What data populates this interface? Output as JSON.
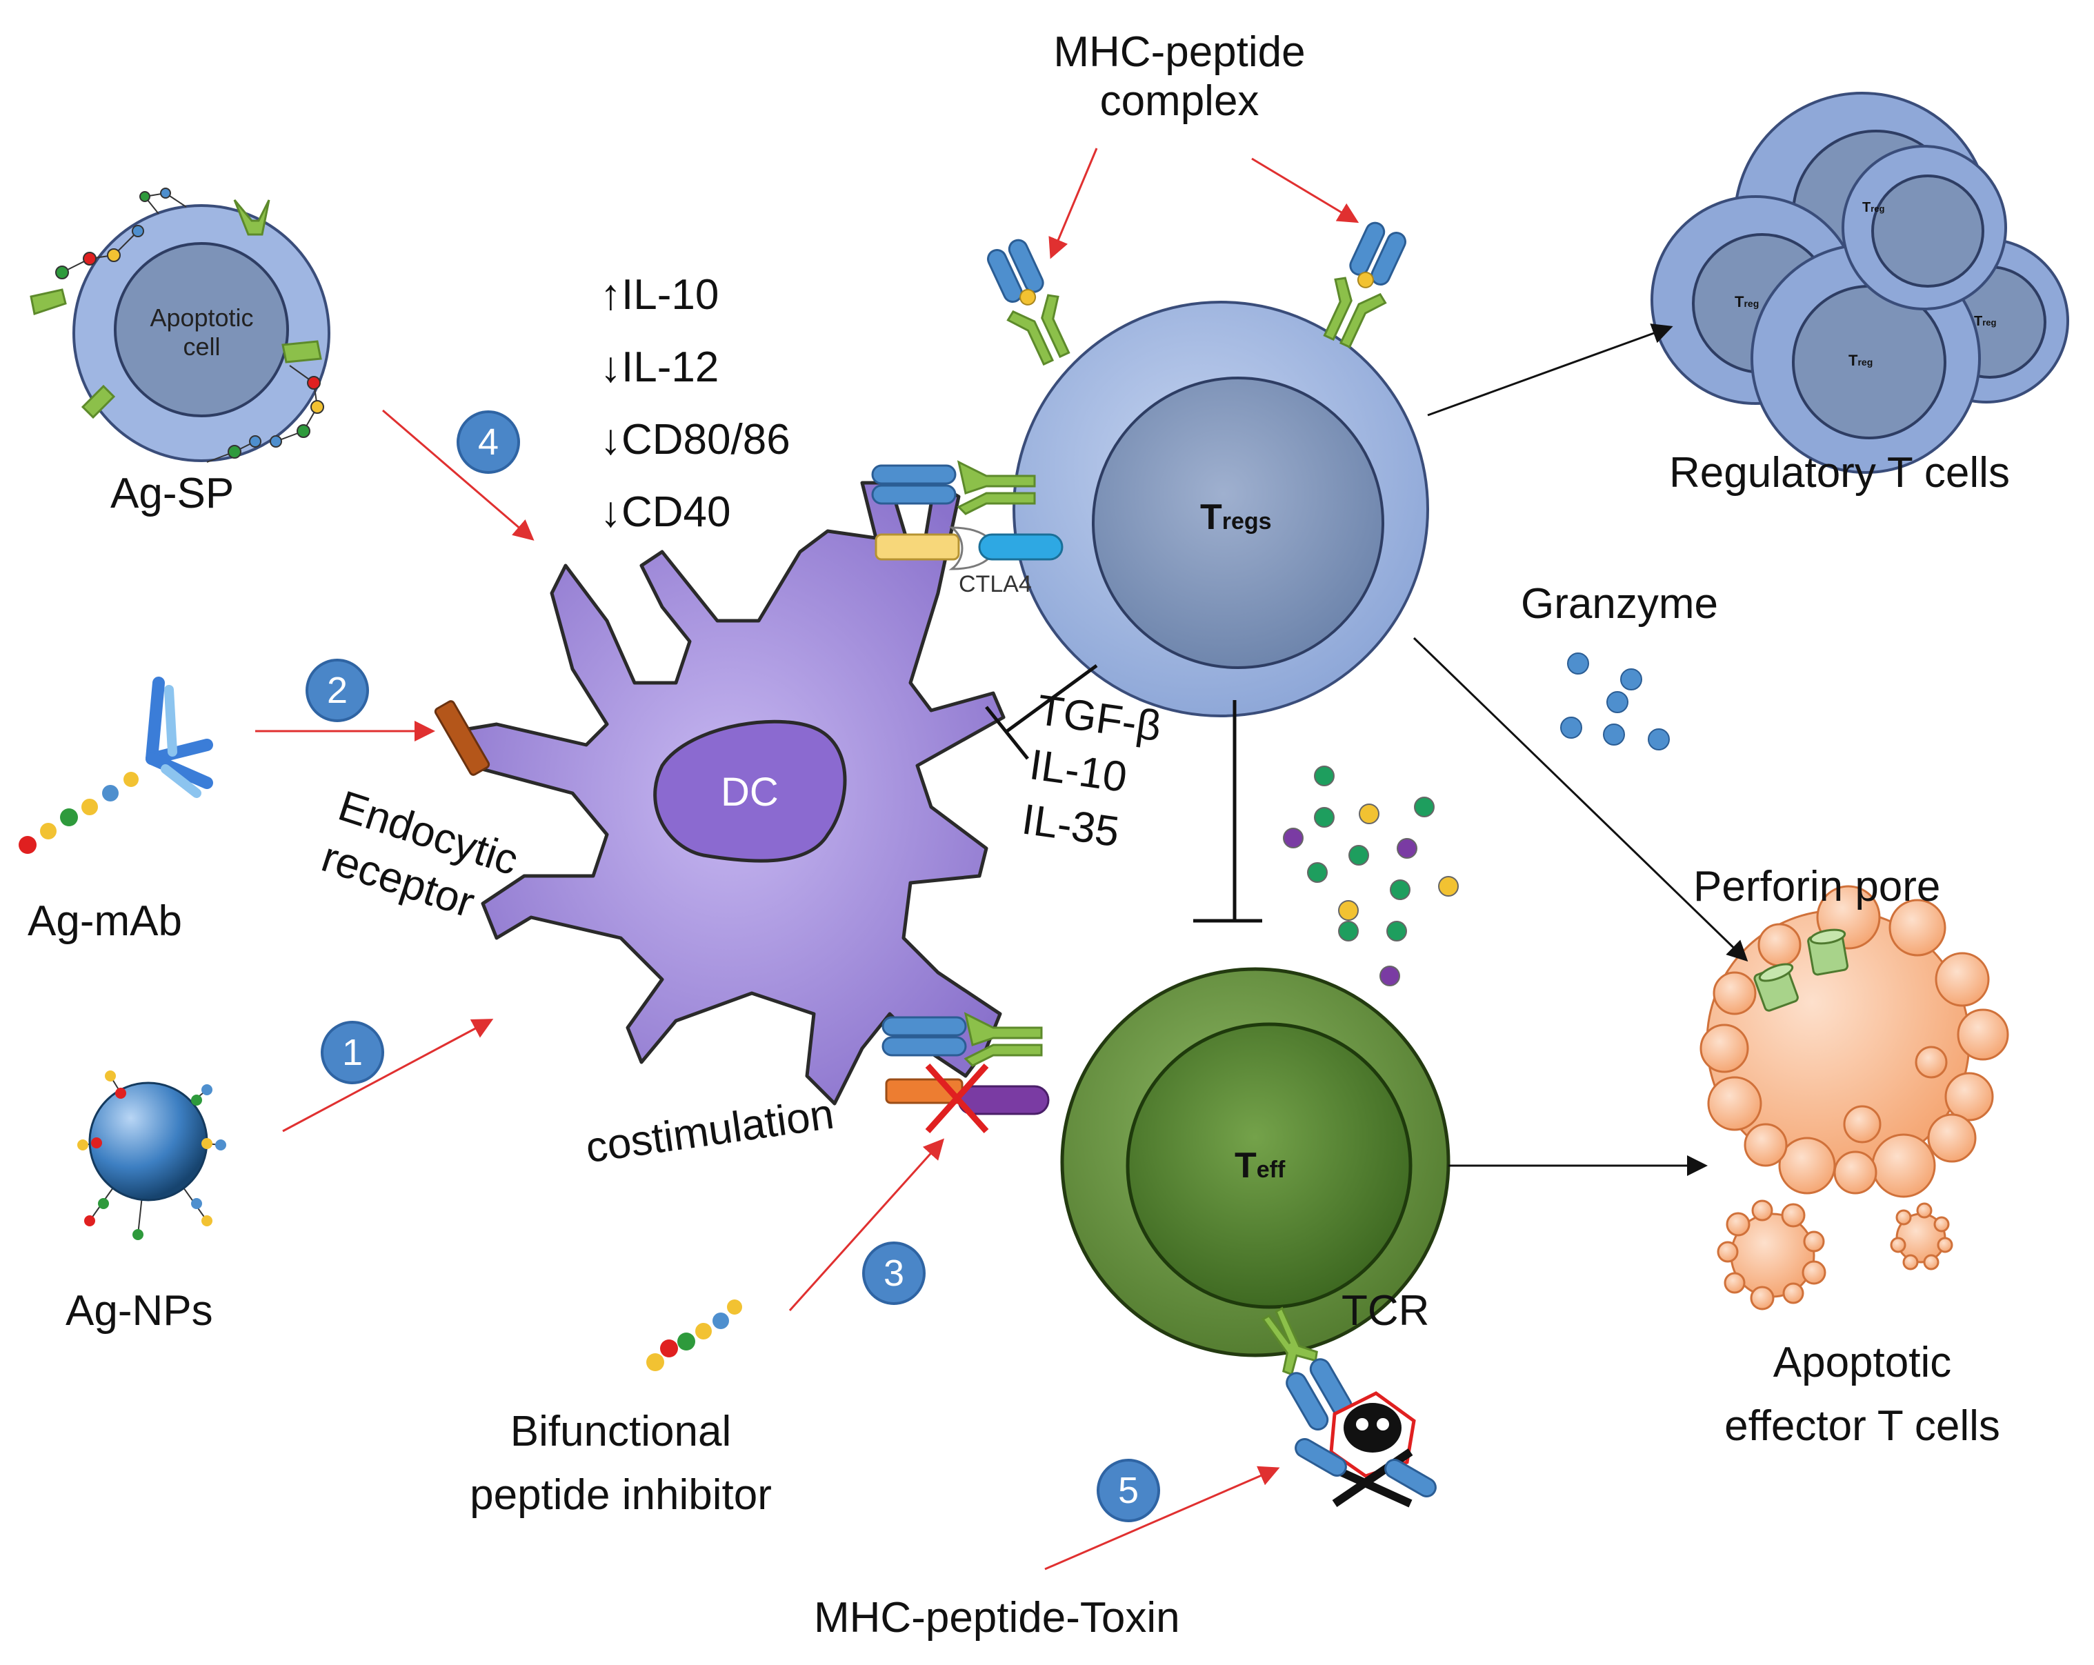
{
  "labels": {
    "mhc_complex_line1": "MHC-peptide",
    "mhc_complex_line2": "complex",
    "ag_sp": "Ag-SP",
    "apoptotic_cell_line1": "Apoptotic",
    "apoptotic_cell_line2": "cell",
    "ag_mab": "Ag-mAb",
    "ag_nps": "Ag-NPs",
    "il10_up": "↑IL-10",
    "il12_down": "↓IL-12",
    "cd8086_down": "↓CD80/86",
    "cd40_down": "↓CD40",
    "dc": "DC",
    "endocytic_line1": "Endocytic",
    "endocytic_line2": "receptor",
    "costimulation": "costimulation",
    "ctla4": "CTLA4",
    "tregs_main": "T",
    "tregs_sub": "regs",
    "teff_main": "T",
    "teff_sub": "eff",
    "treg_small_main": "T",
    "treg_small_sub": "reg",
    "tgfb": "TGF-β",
    "il10": "IL-10",
    "il35": "IL-35",
    "regulatory_t_cells": "Regulatory T cells",
    "granzyme": "Granzyme",
    "perforin_pore": "Perforin pore",
    "apoptotic_effector_line1": "Apoptotic",
    "apoptotic_effector_line2": "effector T cells",
    "tcr": "TCR",
    "bifunctional_line1": "Bifunctional",
    "bifunctional_line2": "peptide inhibitor",
    "mhc_toxin": "MHC-peptide-Toxin"
  },
  "steps": [
    "1",
    "2",
    "3",
    "4",
    "5"
  ],
  "colors": {
    "treg_cell": "#9fb6e2",
    "treg_nucleus": "#7d93b8",
    "teff_cell": "#6f9a45",
    "teff_nucleus": "#4f7a2f",
    "dc_body": "#9a85d6",
    "apoptotic_effector": "#f7b48a",
    "step_badge": "#4a86c8",
    "arrow_red": "#e03030",
    "arrow_black": "#111111"
  }
}
